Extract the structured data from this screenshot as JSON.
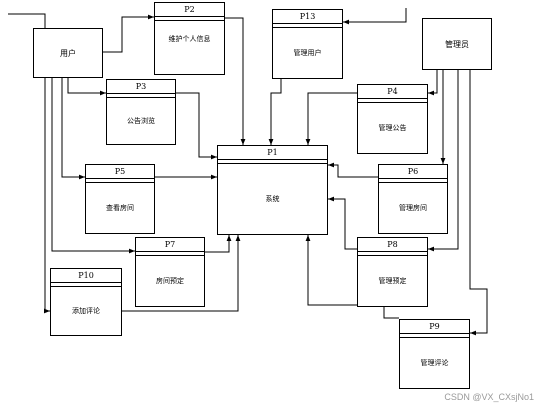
{
  "entities": {
    "user": "用户",
    "admin": "管理员"
  },
  "processes": {
    "p1": {
      "id": "P1",
      "label": "系统"
    },
    "p2": {
      "id": "P2",
      "label": "维护个人信息"
    },
    "p3": {
      "id": "P3",
      "label": "公告浏览"
    },
    "p4": {
      "id": "P4",
      "label": "管理公告"
    },
    "p5": {
      "id": "P5",
      "label": "查看房间"
    },
    "p6": {
      "id": "P6",
      "label": "管理房间"
    },
    "p7": {
      "id": "P7",
      "label": "房间预定"
    },
    "p8": {
      "id": "P8",
      "label": "管理预定"
    },
    "p9": {
      "id": "P9",
      "label": "管理评论"
    },
    "p10": {
      "id": "P10",
      "label": "添加评论"
    },
    "p13": {
      "id": "P13",
      "label": "管理用户"
    }
  },
  "watermark": "CSDN @VX_CXsjNo1"
}
